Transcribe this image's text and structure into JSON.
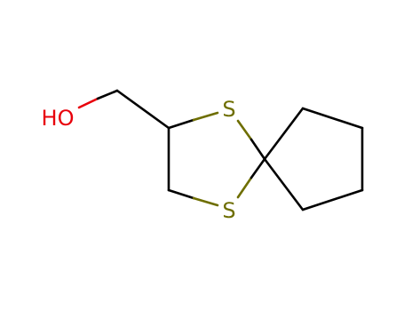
{
  "molecule": {
    "atom_labels": {
      "hydroxyl": "HO",
      "sulfur_top": "S",
      "sulfur_bottom": "S"
    },
    "colors": {
      "bond": "#000000",
      "oxygen": "#e8000b",
      "sulfur": "#6e6e00",
      "background": "#ffffff"
    }
  }
}
